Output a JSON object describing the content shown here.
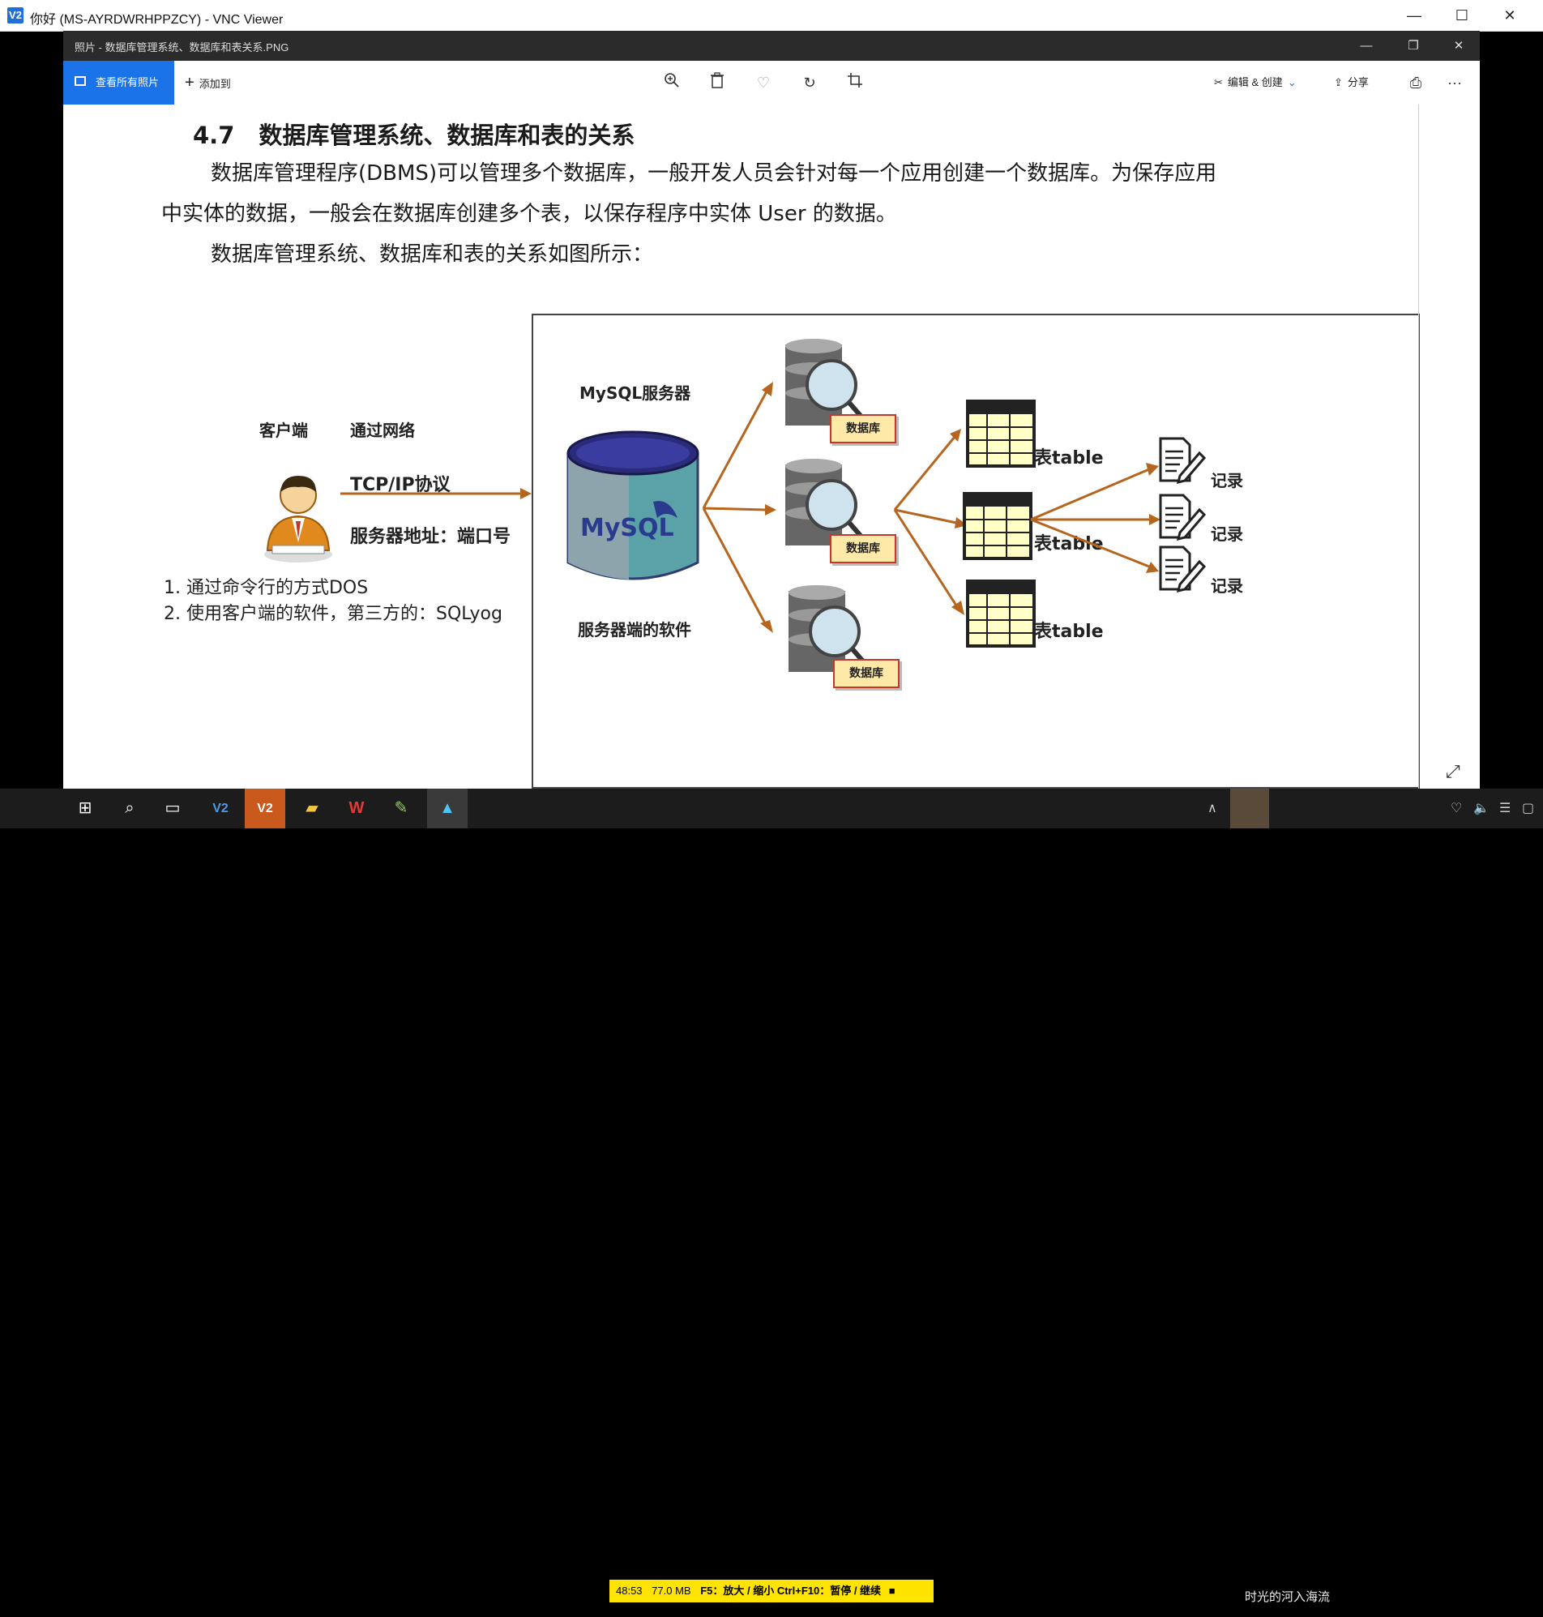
{
  "vnc": {
    "title": "你好 (MS-AYRDWRHPPZCY) - VNC Viewer",
    "logo": "V2",
    "minimize": "—",
    "maximize": "☐",
    "close": "✕"
  },
  "photos": {
    "title": "照片 - 数据库管理系统、数据库和表关系.PNG",
    "view_all": "查看所有照片",
    "add_to": "添加到",
    "edit_create": "编辑 & 创建",
    "share": "分享",
    "more": "···"
  },
  "document": {
    "heading_num": "4.7",
    "heading_text": "数据库管理系统、数据库和表的关系",
    "para1_line1": "数据库管理程序(DBMS)可以管理多个数据库，一般开发人员会针对每一个应用创建一个数据库。为保存应用",
    "para1_line2": "中实体的数据，一般会在数据库创建多个表，以保存程序中实体 User 的数据。",
    "para2": "数据库管理系统、数据库和表的关系如图所示："
  },
  "diagram": {
    "client": "客户端",
    "network": "通过网络",
    "protocol": "TCP/IP协议",
    "address": "服务器地址：端口号",
    "method1": "1. 通过命令行的方式DOS",
    "method2": "2. 使用客户端的软件，第三方的：SQLyog",
    "server": "MySQL服务器",
    "server_software": "服务器端的软件",
    "mysql_logo": "MySQL",
    "db_label": "数据库",
    "table_label": "表table",
    "record_label": "记录"
  },
  "taskbar": {
    "status_time": "48:53",
    "status_size": "77.0 MB",
    "status_hint": "F5：放大 / 缩小 Ctrl+F10：暂停 / 继续",
    "music": "时光的河入海流"
  }
}
